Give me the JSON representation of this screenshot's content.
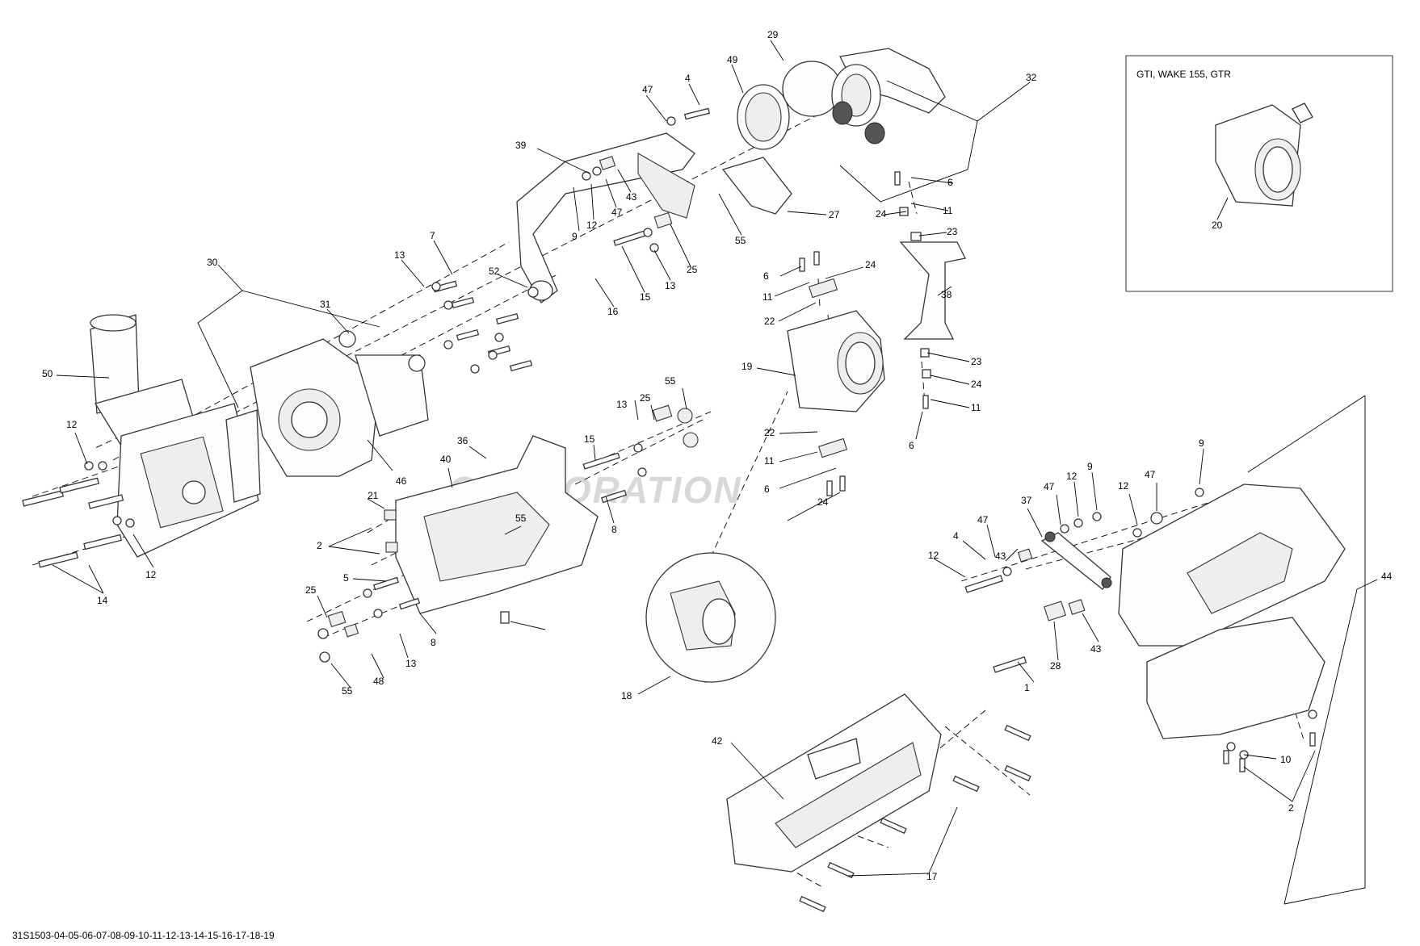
{
  "watermark": "CORPORATION",
  "inset_label": "GTI, WAKE 155, GTR",
  "drawing_code": "31S1503-04-05-06-07-08-09-10-11-12-13-14-15-16-17-18-19",
  "callouts": [
    "29",
    "49",
    "47",
    "4",
    "32",
    "39",
    "9",
    "12",
    "47",
    "43",
    "55",
    "27",
    "6",
    "24",
    "23",
    "11",
    "7",
    "13",
    "52",
    "15",
    "13",
    "25",
    "16",
    "30",
    "31",
    "6",
    "11",
    "24",
    "22",
    "38",
    "50",
    "19",
    "23",
    "24",
    "11",
    "6",
    "12",
    "46",
    "40",
    "36",
    "13",
    "25",
    "55",
    "15",
    "24",
    "22",
    "11",
    "6",
    "21",
    "2",
    "55",
    "8",
    "5",
    "25",
    "13",
    "8",
    "48",
    "55",
    "12",
    "14",
    "37",
    "47",
    "12",
    "9",
    "12",
    "47",
    "9",
    "43",
    "12",
    "4",
    "47",
    "1",
    "28",
    "43",
    "44",
    "18",
    "42",
    "10",
    "2",
    "17",
    "20"
  ]
}
